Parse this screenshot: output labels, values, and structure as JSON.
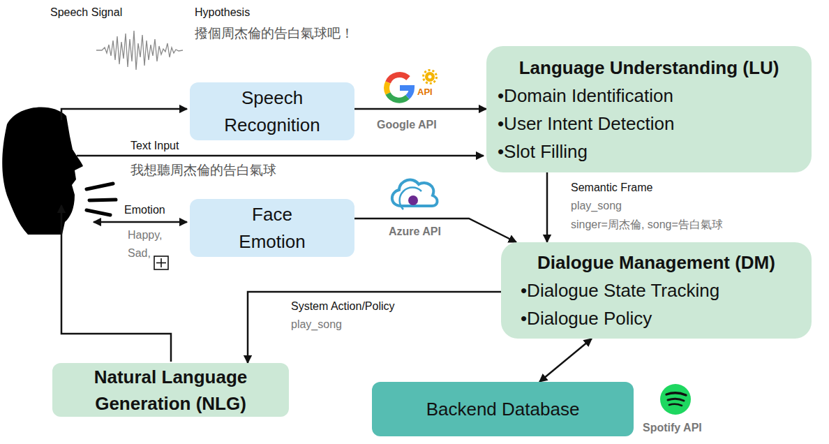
{
  "diagram": {
    "nodes": [
      {
        "text": [
          "Speech Recognition"
        ]
      },
      {
        "text": [
          "Language Understanding (LU)",
          "•Domain Identification",
          "•User Intent Detection",
          "•Slot Filling"
        ]
      },
      {
        "text": [
          "Face Emotion"
        ]
      },
      {
        "text": [
          "Dialogue Management (DM)",
          "•Dialogue State Tracking",
          "•Dialogue Policy"
        ]
      },
      {
        "text": [
          "Natural Language Generation (NLG)"
        ]
      },
      {
        "text": [
          "Backend Database"
        ]
      }
    ],
    "edges": [
      {
        "from": 0,
        "to": 1,
        "arrow": "to"
      },
      {
        "from": 1,
        "to": 3,
        "arrow": "to"
      },
      {
        "from": 2,
        "to": 3,
        "arrow": "to"
      },
      {
        "from": 3,
        "to": 4,
        "arrow": "to"
      },
      {
        "from": 3,
        "to": 5,
        "arrow": "both"
      }
    ],
    "labels": [
      "Speech Signal",
      "Hypothesis",
      "撥個周杰倫的告白氣球吧！",
      "API",
      "Google API",
      "Text Input",
      "我想聽周杰倫的告白氣球",
      "Emotion",
      "Happy, Sad,",
      "Azure API",
      "Semantic Frame",
      "play_song",
      "singer=周杰倫, song=告白氣球",
      "System Action/Policy",
      "play_song",
      "Spotify API"
    ]
  }
}
